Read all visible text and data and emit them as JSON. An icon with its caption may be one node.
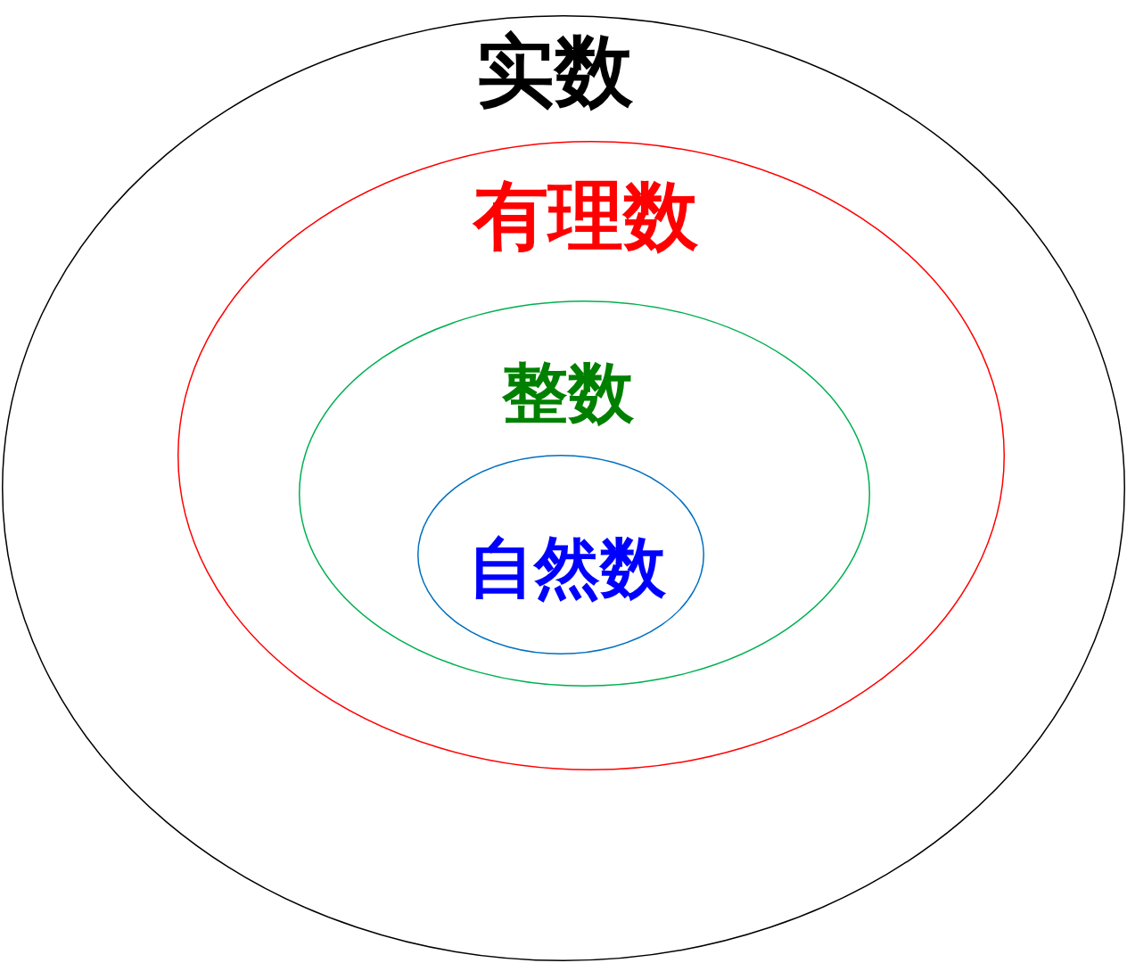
{
  "diagram": {
    "nodes": [
      {
        "text": [
          "实数"
        ]
      },
      {
        "text": [
          "有理数"
        ],
        "in": 0
      },
      {
        "text": [
          "整数"
        ],
        "in": 1
      },
      {
        "text": [
          "自然数"
        ],
        "in": 2
      }
    ]
  }
}
